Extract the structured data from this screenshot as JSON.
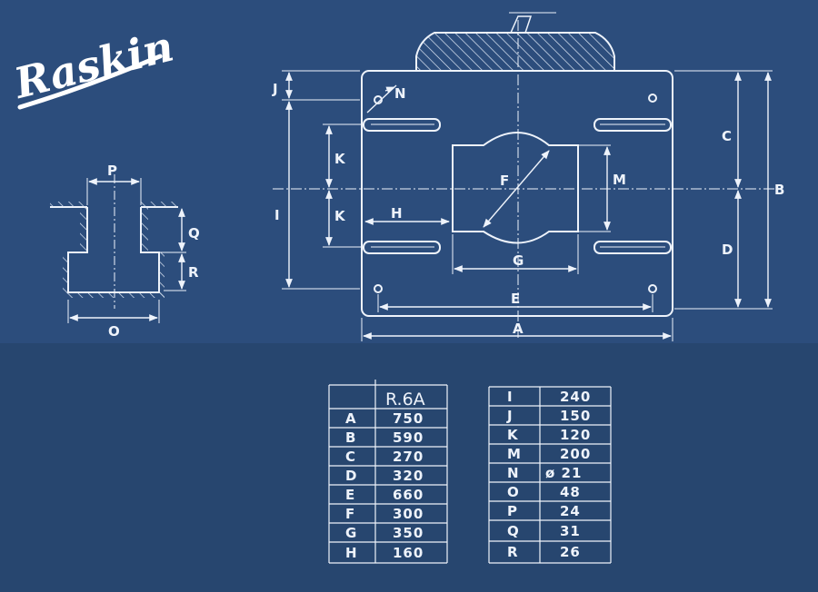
{
  "brand": {
    "logo_text": "Raskin"
  },
  "labels": {
    "A": "A",
    "B": "B",
    "C": "C",
    "D": "D",
    "E": "E",
    "F": "F",
    "G": "G",
    "H": "H",
    "I": "I",
    "J": "J",
    "K": "K",
    "M": "M",
    "N": "N",
    "O": "O",
    "P": "P",
    "Q": "Q",
    "R": "R"
  },
  "table_left": {
    "header": "R.6A",
    "rows": [
      {
        "key": "A",
        "value": "750"
      },
      {
        "key": "B",
        "value": "590"
      },
      {
        "key": "C",
        "value": "270"
      },
      {
        "key": "D",
        "value": "320"
      },
      {
        "key": "E",
        "value": "660"
      },
      {
        "key": "F",
        "value": "300"
      },
      {
        "key": "G",
        "value": "350"
      },
      {
        "key": "H",
        "value": "160"
      }
    ]
  },
  "table_right": {
    "rows": [
      {
        "key": "I",
        "value": "240"
      },
      {
        "key": "J",
        "value": "150"
      },
      {
        "key": "K",
        "value": "120"
      },
      {
        "key": "M",
        "value": "200"
      },
      {
        "key": "N",
        "value": "ø  21"
      },
      {
        "key": "O",
        "value": "48"
      },
      {
        "key": "P",
        "value": "24"
      },
      {
        "key": "Q",
        "value": "31"
      },
      {
        "key": "R",
        "value": "26"
      }
    ]
  },
  "colors": {
    "background": "#2c4d7c",
    "ink": "#eef3fb"
  }
}
